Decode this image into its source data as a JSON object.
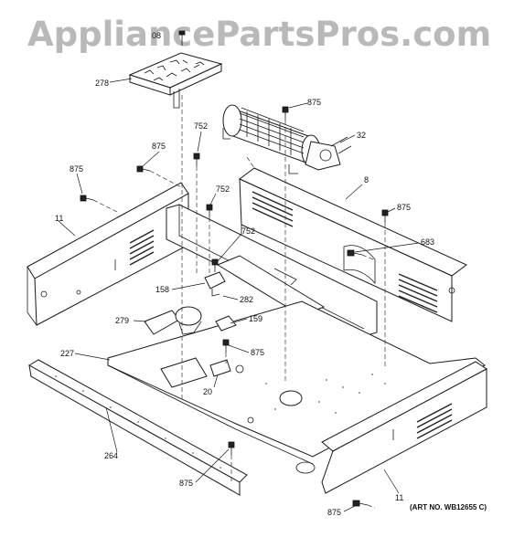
{
  "watermark": "AppliancePartsPros.com",
  "art_number": "(ART NO. WB12655 C)",
  "callouts": [
    {
      "id": "c-08",
      "text": "08"
    },
    {
      "id": "c-278",
      "text": "278"
    },
    {
      "id": "c-875a",
      "text": "875"
    },
    {
      "id": "c-32",
      "text": "32"
    },
    {
      "id": "c-752a",
      "text": "752"
    },
    {
      "id": "c-875b",
      "text": "875"
    },
    {
      "id": "c-875c",
      "text": "875"
    },
    {
      "id": "c-8",
      "text": "8"
    },
    {
      "id": "c-752b",
      "text": "752"
    },
    {
      "id": "c-875d",
      "text": "875"
    },
    {
      "id": "c-11a",
      "text": "11"
    },
    {
      "id": "c-752c",
      "text": "752"
    },
    {
      "id": "c-683",
      "text": "683"
    },
    {
      "id": "c-158",
      "text": "158"
    },
    {
      "id": "c-282",
      "text": "282"
    },
    {
      "id": "c-279",
      "text": "279"
    },
    {
      "id": "c-159",
      "text": "159"
    },
    {
      "id": "c-227",
      "text": "227"
    },
    {
      "id": "c-875e",
      "text": "875"
    },
    {
      "id": "c-20",
      "text": "20"
    },
    {
      "id": "c-264",
      "text": "264"
    },
    {
      "id": "c-875f",
      "text": "875"
    },
    {
      "id": "c-11b",
      "text": "11"
    },
    {
      "id": "c-875g",
      "text": "875"
    }
  ]
}
